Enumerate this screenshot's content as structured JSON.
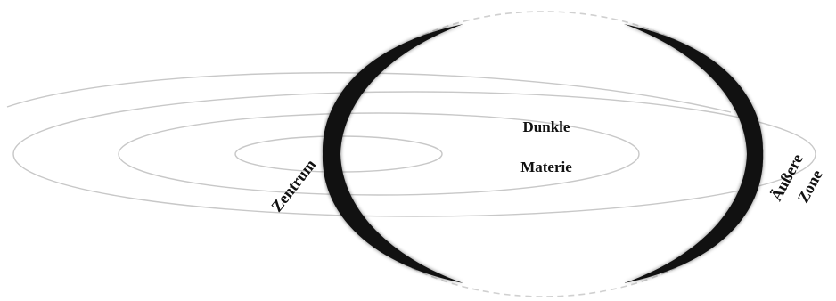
{
  "diagram": {
    "labels": {
      "center_line1": "Dunkle",
      "center_line2": "Materie",
      "left": "Zentrum",
      "right_line1": "Äußere",
      "right_line2": "Zone"
    },
    "colors": {
      "orbit": "#c8c8c8",
      "shell": "#111111",
      "dashed_outline": "#d0d0d0",
      "text": "#111111"
    }
  }
}
